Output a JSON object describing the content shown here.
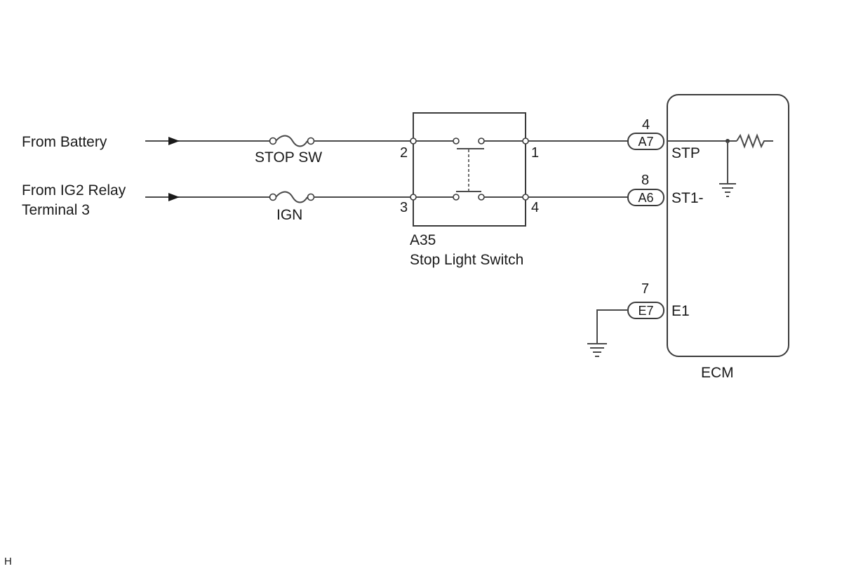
{
  "labels": {
    "from_battery": "From Battery",
    "from_ig2_line1": "From IG2 Relay",
    "from_ig2_line2": "Terminal 3",
    "fuse_stop": "STOP SW",
    "fuse_ign": "IGN",
    "switch_code": "A35",
    "switch_name": "Stop Light Switch",
    "ecm": "ECM",
    "corner_mark": "H"
  },
  "switch_pins": {
    "p2": "2",
    "p1": "1",
    "p3": "3",
    "p4": "4"
  },
  "ecm_connectors": [
    {
      "pin": "4",
      "code": "A7",
      "terminal": "STP"
    },
    {
      "pin": "8",
      "code": "A6",
      "terminal": "ST1-"
    },
    {
      "pin": "7",
      "code": "E7",
      "terminal": "E1"
    }
  ],
  "colors": {
    "line": "#3a3a3a",
    "text": "#1a1a1a",
    "background": "#ffffff"
  }
}
